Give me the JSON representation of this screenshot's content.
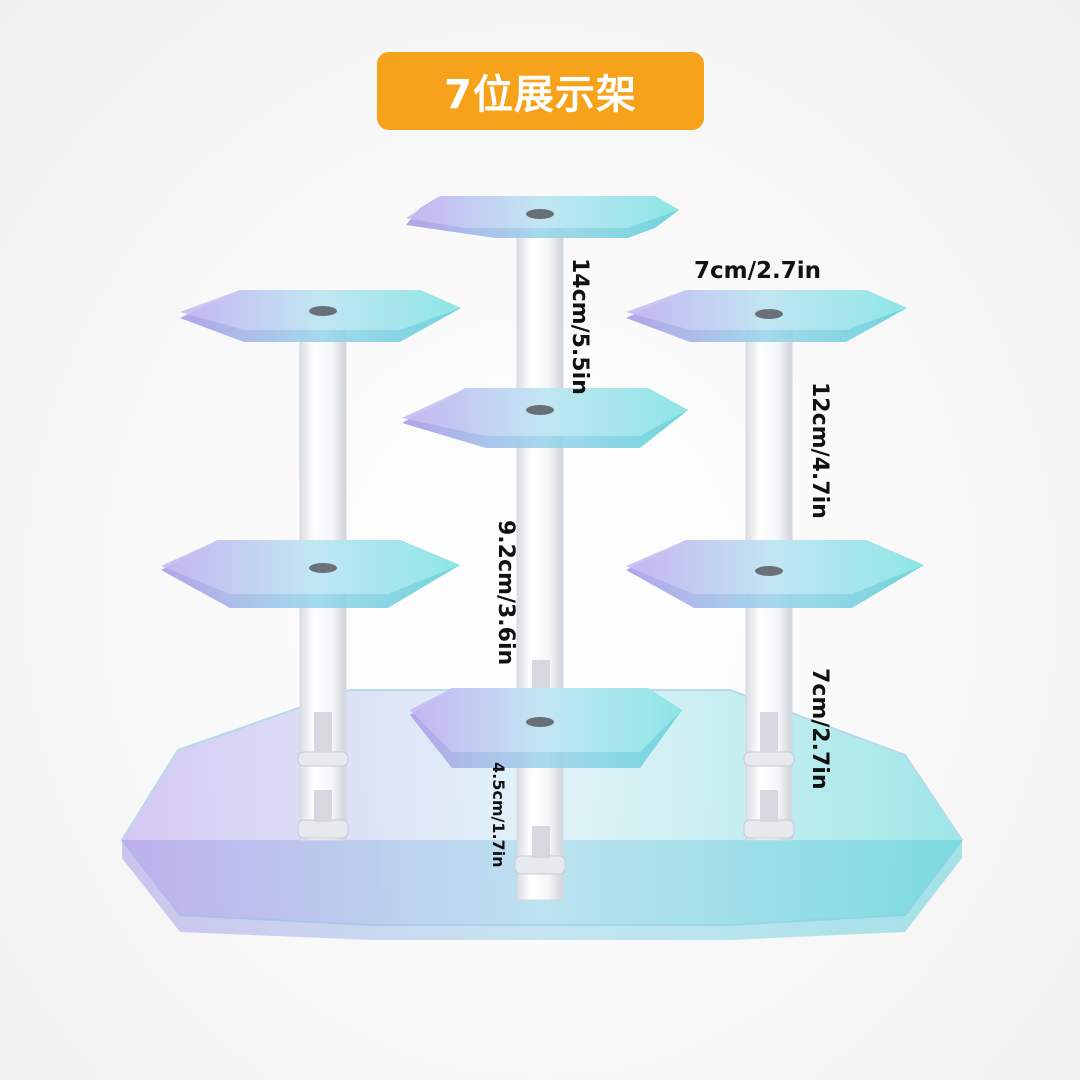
{
  "title": "7位展示架",
  "colors": {
    "badge": "#f7a21b",
    "acrylic_purple": "#b9a7ee",
    "acrylic_cyan": "#8fe6e6",
    "acrylic_edge": "#6fc9d8"
  },
  "dimensions": {
    "top_width": "7cm/2.7in",
    "center_tall": "14cm/5.5in",
    "right_upper": "12cm/4.7in",
    "center_mid": "9.2cm/3.6in",
    "right_lower": "7cm/2.7in",
    "center_low": "4.5cm/1.7in"
  }
}
